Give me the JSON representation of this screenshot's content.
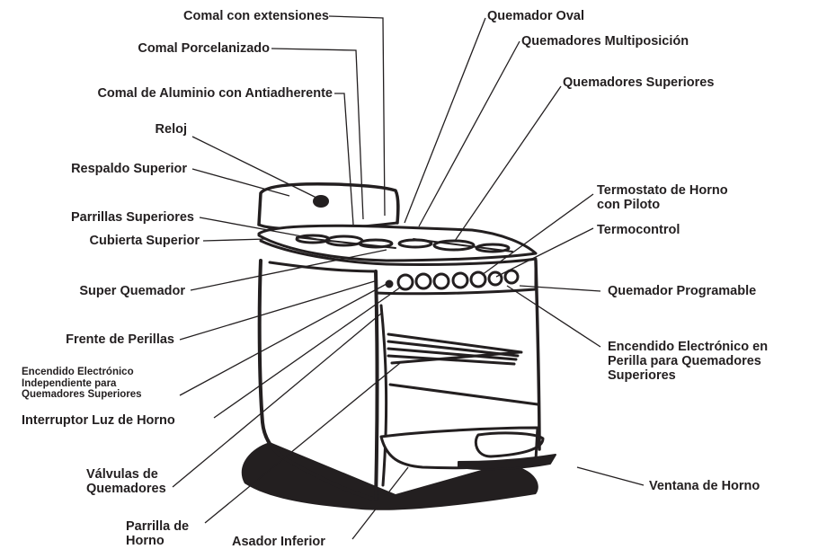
{
  "labels": {
    "comal_extensiones": "Comal con extensiones",
    "comal_porcelanizado": "Comal Porcelanizado",
    "comal_aluminio": "Comal de Aluminio con Antiadherente",
    "reloj": "Reloj",
    "respaldo_superior": "Respaldo Superior",
    "parrillas_superiores": "Parrillas Superiores",
    "cubierta_superior": "Cubierta Superior",
    "super_quemador": "Super Quemador",
    "frente_perillas": "Frente de Perillas",
    "encendido_independiente": "Encendido Electrónico\nIndependiente para\nQuemadores Superiores",
    "interruptor_luz": "Interruptor Luz de Horno",
    "valvulas": "Válvulas de\nQuemadores",
    "parrilla_horno": "Parrilla de\nHorno",
    "asador_inferior": "Asador Inferior",
    "quemador_oval": "Quemador Oval",
    "quemadores_multiposicion": "Quemadores Multiposición",
    "quemadores_superiores": "Quemadores Superiores",
    "termostato": "Termostato de Horno\ncon Piloto",
    "termocontrol": "Termocontrol",
    "quemador_programable": "Quemador Programable",
    "encendido_perilla": "Encendido Electrónico en\nPerilla para Quemadores\nSuperiores",
    "ventana_horno": "Ventana de Horno"
  },
  "colors": {
    "ink": "#231f20",
    "background": "#ffffff"
  }
}
